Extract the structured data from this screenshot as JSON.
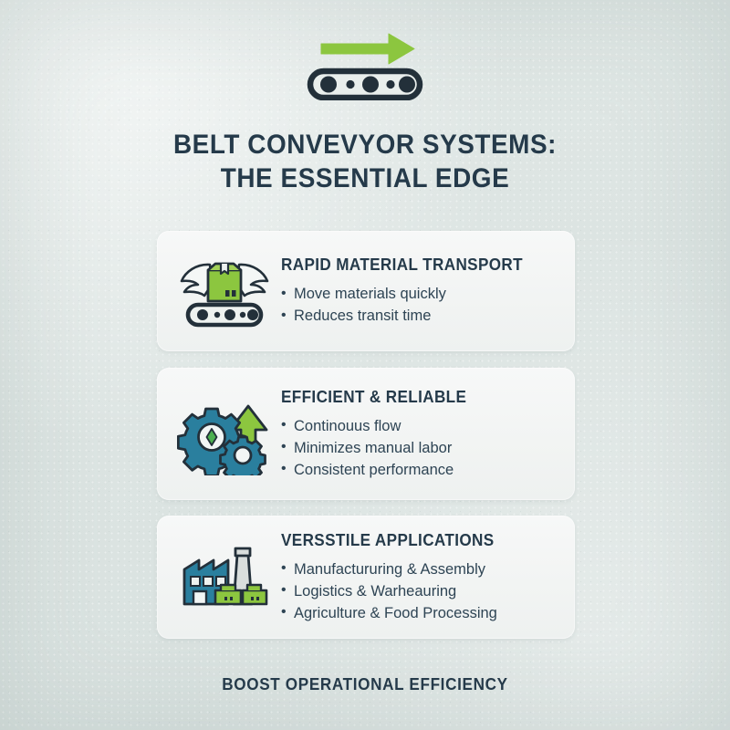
{
  "theme": {
    "background_color": "#dde5e3",
    "card_color": "#f3f5f4",
    "heading_color": "#253a4a",
    "body_text_color": "#2e4454",
    "accent_green": "#8cc63f",
    "accent_teal": "#2a7f9e",
    "icon_outline": "#23303a"
  },
  "header": {
    "icon_name": "conveyor-belt-arrow-icon"
  },
  "title": {
    "line1": "BELT CONVEVYOR SYSTEMS:",
    "line2": "THE ESSENTIAL EDGE"
  },
  "cards": [
    {
      "id": "rapid-material-transport",
      "icon_name": "winged-box-on-conveyor-icon",
      "heading": "RAPID MATERIAL TRANSPORT",
      "bullets": [
        "Move materials quickly",
        "Reduces transit time"
      ]
    },
    {
      "id": "efficient-reliable",
      "icon_name": "gears-with-up-arrow-icon",
      "heading": "EFFICIENT & RELIABLE",
      "bullets": [
        "Continouus flow",
        "Minimizes manual labor",
        "Consistent performance"
      ]
    },
    {
      "id": "versstile-applications",
      "icon_name": "factory-with-boxes-icon",
      "heading": "VERSSTILE APPLICATIONS",
      "bullets": [
        "Manufactururing & Assembly",
        "Logistics & Warheauring",
        "Agriculture & Food Processing"
      ]
    }
  ],
  "footer": {
    "text": "BOOST OPERATIONAL EFFICIENCY"
  }
}
